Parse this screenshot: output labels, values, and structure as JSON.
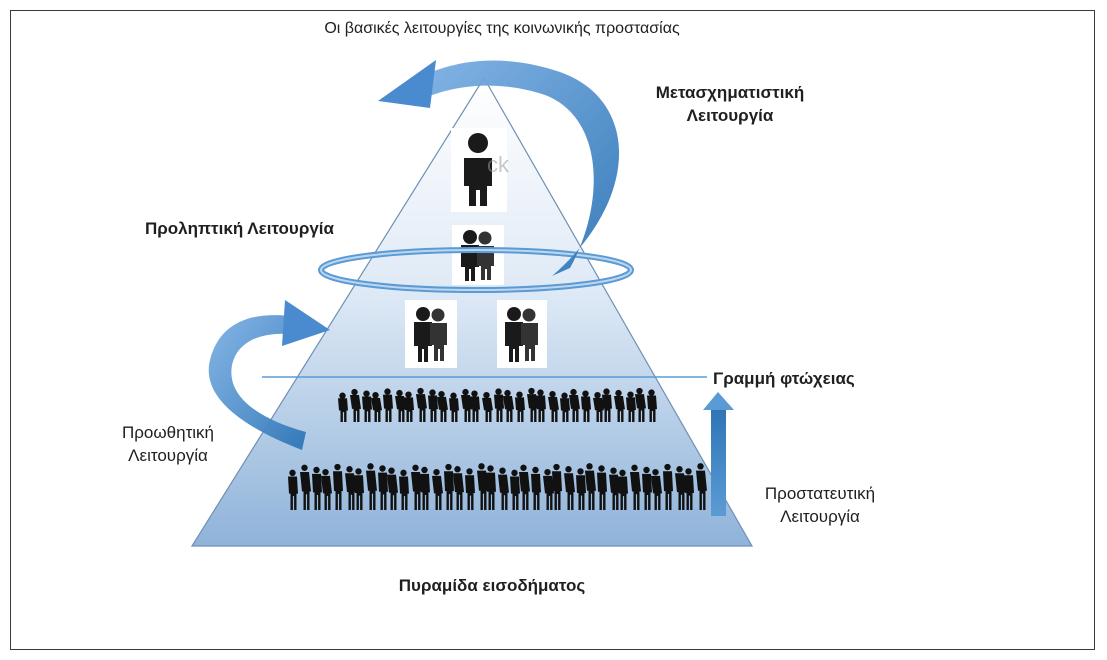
{
  "diagram": {
    "title": "Οι βασικές λειτουργίες της κοινωνικής προστασίας",
    "functions": {
      "transformative": [
        "Μετασχηματιστική",
        "Λειτουργία"
      ],
      "preventive": "Προληπτική Λειτουργία",
      "promotive": [
        "Προωθητική",
        "Λειτουργία"
      ],
      "protective": [
        "Προστατευτική",
        "Λειτουργία"
      ]
    },
    "poverty_line": "Γραμμή φτώχειας",
    "pyramid_caption": "Πυραμίδα εισοδήματος"
  },
  "colors": {
    "arrow_blue": "#5b9bd5",
    "arrow_dark": "#2e75b6",
    "pyramid_top": "#ffffff",
    "pyramid_bottom": "#8fb3d9",
    "line": "#5b9bd5",
    "silhouette": "#111111"
  },
  "icons": [
    "person-icon",
    "couple-icon",
    "crowd-icon"
  ]
}
